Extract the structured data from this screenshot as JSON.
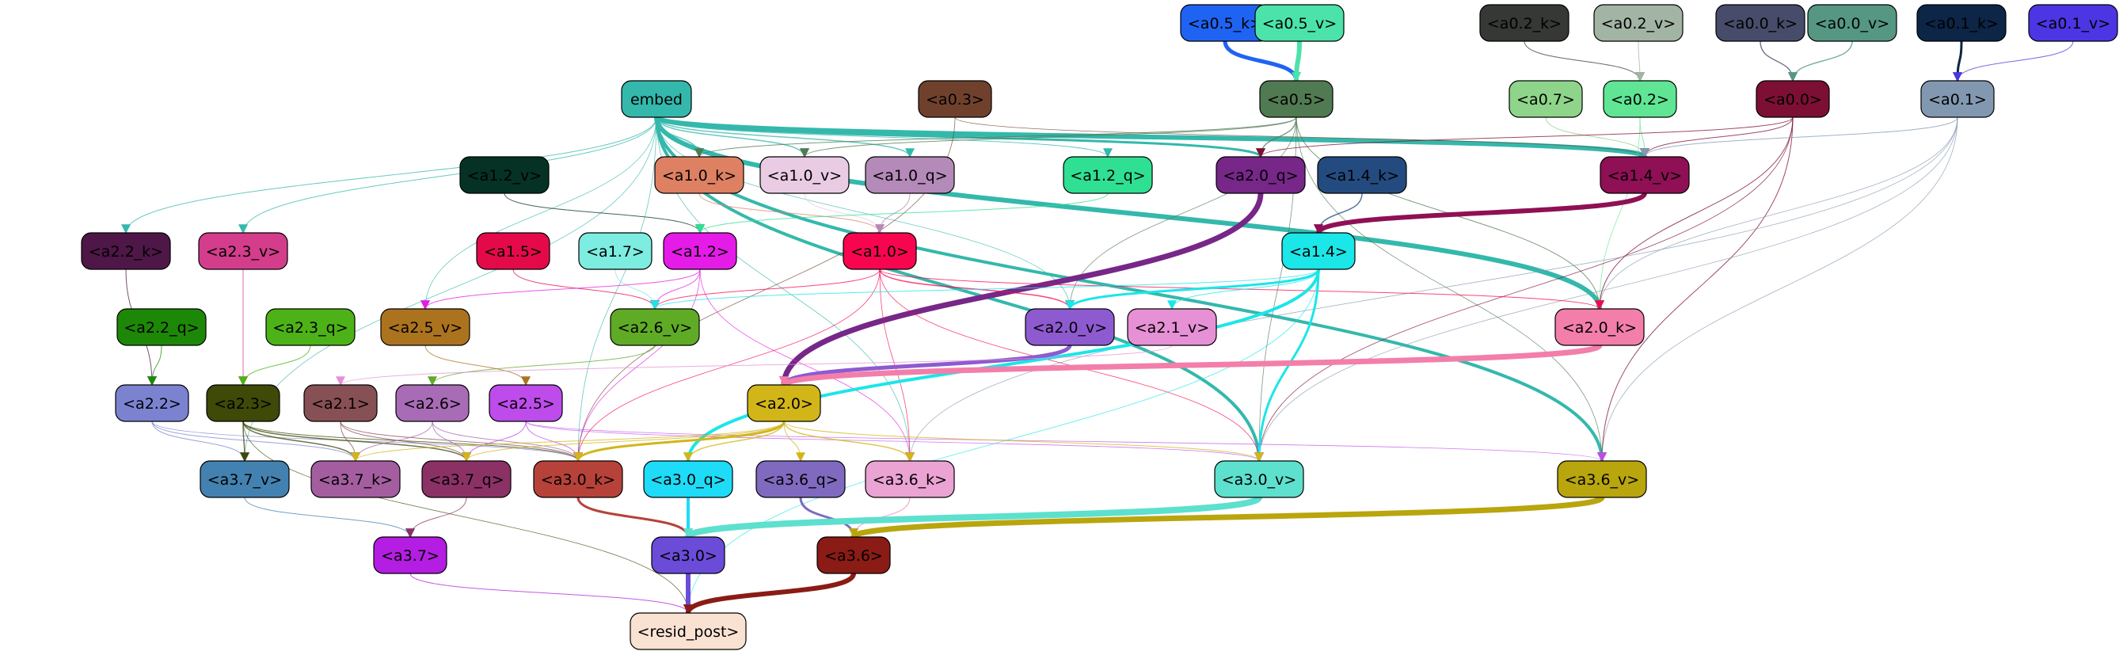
{
  "nodes": [
    {
      "id": "embed",
      "label": "embed",
      "color": "#34b8ac",
      "text": "#000"
    },
    {
      "id": "a0.5_k",
      "label": "<a0.5_k>",
      "color": "#1f63f2",
      "text": "#000"
    },
    {
      "id": "a0.5_v",
      "label": "<a0.5_v>",
      "color": "#4be3aa",
      "text": "#000"
    },
    {
      "id": "a0.2_k",
      "label": "<a0.2_k>",
      "color": "#353834",
      "text": "#000"
    },
    {
      "id": "a0.2_v",
      "label": "<a0.2_v>",
      "color": "#a2b4a4",
      "text": "#000"
    },
    {
      "id": "a0.0_k",
      "label": "<a0.0_k>",
      "color": "#464c69",
      "text": "#000"
    },
    {
      "id": "a0.0_v",
      "label": "<a0.0_v>",
      "color": "#559782",
      "text": "#000"
    },
    {
      "id": "a0.1_k",
      "label": "<a0.1_k>",
      "color": "#0d2546",
      "text": "#000"
    },
    {
      "id": "a0.1_v",
      "label": "<a0.1_v>",
      "color": "#4c35e3",
      "text": "#000"
    },
    {
      "id": "a0.3",
      "label": "<a0.3>",
      "color": "#6f412d",
      "text": "#000"
    },
    {
      "id": "a0.5",
      "label": "<a0.5>",
      "color": "#507a51",
      "text": "#000"
    },
    {
      "id": "a0.7",
      "label": "<a0.7>",
      "color": "#8ed48a",
      "text": "#000"
    },
    {
      "id": "a0.2",
      "label": "<a0.2>",
      "color": "#5fe594",
      "text": "#000"
    },
    {
      "id": "a0.0",
      "label": "<a0.0>",
      "color": "#7c0f33",
      "text": "#000"
    },
    {
      "id": "a0.1",
      "label": "<a0.1>",
      "color": "#8298b0",
      "text": "#000"
    },
    {
      "id": "a1.2_v",
      "label": "<a1.2_v>",
      "color": "#053224",
      "text": "#000"
    },
    {
      "id": "a1.0_k",
      "label": "<a1.0_k>",
      "color": "#de8163",
      "text": "#000"
    },
    {
      "id": "a1.0_v",
      "label": "<a1.0_v>",
      "color": "#e9cce4",
      "text": "#000"
    },
    {
      "id": "a1.0_q",
      "label": "<a1.0_q>",
      "color": "#b48ab9",
      "text": "#000"
    },
    {
      "id": "a1.2_q",
      "label": "<a1.2_q>",
      "color": "#2fe092",
      "text": "#000"
    },
    {
      "id": "a2.0_q",
      "label": "<a2.0_q>",
      "color": "#762788",
      "text": "#000"
    },
    {
      "id": "a1.4_k",
      "label": "<a1.4_k>",
      "color": "#244b7f",
      "text": "#000"
    },
    {
      "id": "a1.4_v",
      "label": "<a1.4_v>",
      "color": "#8f1054",
      "text": "#000"
    },
    {
      "id": "a2.2_k",
      "label": "<a2.2_k>",
      "color": "#4e1747",
      "text": "#000"
    },
    {
      "id": "a2.3_v",
      "label": "<a2.3_v>",
      "color": "#d33d8b",
      "text": "#000"
    },
    {
      "id": "a1.5",
      "label": "<a1.5>",
      "color": "#e40a4a",
      "text": "#000"
    },
    {
      "id": "a1.7",
      "label": "<a1.7>",
      "color": "#7cede0",
      "text": "#000"
    },
    {
      "id": "a1.2",
      "label": "<a1.2>",
      "color": "#e51be7",
      "text": "#000"
    },
    {
      "id": "a1.0",
      "label": "<a1.0>",
      "color": "#f8054f",
      "text": "#000"
    },
    {
      "id": "a1.4",
      "label": "<a1.4>",
      "color": "#1be6e8",
      "text": "#000"
    },
    {
      "id": "a2.2_q",
      "label": "<a2.2_q>",
      "color": "#1d8808",
      "text": "#000"
    },
    {
      "id": "a2.3_q",
      "label": "<a2.3_q>",
      "color": "#4db217",
      "text": "#000"
    },
    {
      "id": "a2.5_v",
      "label": "<a2.5_v>",
      "color": "#ac731f",
      "text": "#000"
    },
    {
      "id": "a2.6_v",
      "label": "<a2.6_v>",
      "color": "#60ab26",
      "text": "#000"
    },
    {
      "id": "a2.0_v",
      "label": "<a2.0_v>",
      "color": "#8e5ad0",
      "text": "#000"
    },
    {
      "id": "a2.1_v",
      "label": "<a2.1_v>",
      "color": "#e691d5",
      "text": "#000"
    },
    {
      "id": "a2.0_k",
      "label": "<a2.0_k>",
      "color": "#f37eaa",
      "text": "#000"
    },
    {
      "id": "a2.2",
      "label": "<a2.2>",
      "color": "#7b83d1",
      "text": "#000"
    },
    {
      "id": "a2.3",
      "label": "<a2.3>",
      "color": "#3f4908",
      "text": "#000"
    },
    {
      "id": "a2.1",
      "label": "<a2.1>",
      "color": "#875055",
      "text": "#000"
    },
    {
      "id": "a2.6",
      "label": "<a2.6>",
      "color": "#a86bb6",
      "text": "#000"
    },
    {
      "id": "a2.5",
      "label": "<a2.5>",
      "color": "#bd4cea",
      "text": "#000"
    },
    {
      "id": "a2.0",
      "label": "<a2.0>",
      "color": "#d2b519",
      "text": "#000"
    },
    {
      "id": "a3.7_v",
      "label": "<a3.7_v>",
      "color": "#4382b0",
      "text": "#000"
    },
    {
      "id": "a3.7_k",
      "label": "<a3.7_k>",
      "color": "#a45ea0",
      "text": "#000"
    },
    {
      "id": "a3.7_q",
      "label": "<a3.7_q>",
      "color": "#8b3166",
      "text": "#000"
    },
    {
      "id": "a3.0_k",
      "label": "<a3.0_k>",
      "color": "#b6423a",
      "text": "#000"
    },
    {
      "id": "a3.0_q",
      "label": "<a3.0_q>",
      "color": "#1edbf7",
      "text": "#000"
    },
    {
      "id": "a3.6_q",
      "label": "<a3.6_q>",
      "color": "#7f6ac0",
      "text": "#000"
    },
    {
      "id": "a3.6_k",
      "label": "<a3.6_k>",
      "color": "#eaa3d3",
      "text": "#000"
    },
    {
      "id": "a3.0_v",
      "label": "<a3.0_v>",
      "color": "#5ee0ce",
      "text": "#000"
    },
    {
      "id": "a3.6_v",
      "label": "<a3.6_v>",
      "color": "#b9a50d",
      "text": "#000"
    },
    {
      "id": "a3.7",
      "label": "<a3.7>",
      "color": "#b41de2",
      "text": "#000"
    },
    {
      "id": "a3.0",
      "label": "<a3.0>",
      "color": "#6a4cd9",
      "text": "#000"
    },
    {
      "id": "a3.6",
      "label": "<a3.6>",
      "color": "#8a1b15",
      "text": "#000"
    },
    {
      "id": "resid_post",
      "label": "<resid_post>",
      "color": "#fae2d3",
      "text": "#000"
    }
  ],
  "edges": [
    {
      "from": "a0.5_k",
      "to": "a0.5",
      "color": "#1f63f2",
      "weight": 5
    },
    {
      "from": "a0.5_v",
      "to": "a0.5",
      "color": "#4be3aa",
      "weight": 6
    },
    {
      "from": "a0.2_k",
      "to": "a0.2",
      "color": "#353834",
      "weight": 1
    },
    {
      "from": "a0.2_v",
      "to": "a0.2",
      "color": "#a2b4a4",
      "weight": 1
    },
    {
      "from": "a0.0_k",
      "to": "a0.0",
      "color": "#464c69",
      "weight": 1.5
    },
    {
      "from": "a0.0_v",
      "to": "a0.0",
      "color": "#559782",
      "weight": 1.5
    },
    {
      "from": "a0.1_k",
      "to": "a0.1",
      "color": "#0d2546",
      "weight": 3
    },
    {
      "from": "a0.1_v",
      "to": "a0.1",
      "color": "#4c35e3",
      "weight": 1
    },
    {
      "from": "embed",
      "to": "a1.4_v",
      "color": "#34b8ac",
      "weight": 6
    },
    {
      "from": "embed",
      "to": "a2.0_k",
      "color": "#34b8ac",
      "weight": 6
    },
    {
      "from": "embed",
      "to": "a3.6_v",
      "color": "#34b8ac",
      "weight": 4
    },
    {
      "from": "embed",
      "to": "a3.0_v",
      "color": "#34b8ac",
      "weight": 4
    },
    {
      "from": "embed",
      "to": "a2.0_q",
      "color": "#34b8ac",
      "weight": 3
    },
    {
      "from": "embed",
      "to": "a1.0_k",
      "color": "#34b8ac",
      "weight": 1.5
    },
    {
      "from": "embed",
      "to": "a1.0_v",
      "color": "#34b8ac",
      "weight": 1.5
    },
    {
      "from": "embed",
      "to": "a1.0_q",
      "color": "#34b8ac",
      "weight": 1.5
    },
    {
      "from": "embed",
      "to": "a1.2_q",
      "color": "#34b8ac",
      "weight": 1
    },
    {
      "from": "embed",
      "to": "a2.2_k",
      "color": "#34b8ac",
      "weight": 1
    },
    {
      "from": "embed",
      "to": "a2.3_v",
      "color": "#34b8ac",
      "weight": 1
    },
    {
      "from": "embed",
      "to": "a2.5_v",
      "color": "#34b8ac",
      "weight": 0.8
    },
    {
      "from": "embed",
      "to": "a2.0_v",
      "color": "#34b8ac",
      "weight": 0.8
    },
    {
      "from": "embed",
      "to": "a3.7_v",
      "color": "#34b8ac",
      "weight": 0.8
    },
    {
      "from": "embed",
      "to": "a3.6_k",
      "color": "#34b8ac",
      "weight": 0.8
    },
    {
      "from": "embed",
      "to": "a3.0_k",
      "color": "#34b8ac",
      "weight": 0.8
    },
    {
      "from": "a0.3",
      "to": "a1.4_v",
      "color": "#6f412d",
      "weight": 0.8
    },
    {
      "from": "a0.3",
      "to": "a3.0_k",
      "color": "#6f412d",
      "weight": 0.8
    },
    {
      "from": "a0.5",
      "to": "a2.0_q",
      "color": "#507a51",
      "weight": 1.5
    },
    {
      "from": "a0.5",
      "to": "a1.0_k",
      "color": "#507a51",
      "weight": 1
    },
    {
      "from": "a0.5",
      "to": "a1.0_v",
      "color": "#507a51",
      "weight": 1
    },
    {
      "from": "a0.5",
      "to": "a2.0_k",
      "color": "#507a51",
      "weight": 1
    },
    {
      "from": "a0.5",
      "to": "a3.6_v",
      "color": "#507a51",
      "weight": 0.8
    },
    {
      "from": "a0.5",
      "to": "a2.0_v",
      "color": "#507a51",
      "weight": 0.8
    },
    {
      "from": "a0.5",
      "to": "a3.0_v",
      "color": "#507a51",
      "weight": 0.8
    },
    {
      "from": "a0.7",
      "to": "a1.4_v",
      "color": "#8ed48a",
      "weight": 1
    },
    {
      "from": "a0.2",
      "to": "a1.4_v",
      "color": "#5fe594",
      "weight": 1
    },
    {
      "from": "a0.2",
      "to": "a2.0_k",
      "color": "#5fe594",
      "weight": 0.8
    },
    {
      "from": "a0.0",
      "to": "a1.4_v",
      "color": "#7c0f33",
      "weight": 1
    },
    {
      "from": "a0.0",
      "to": "a2.0_q",
      "color": "#7c0f33",
      "weight": 1
    },
    {
      "from": "a0.0",
      "to": "a2.0_k",
      "color": "#7c0f33",
      "weight": 1
    },
    {
      "from": "a0.0",
      "to": "a3.6_v",
      "color": "#7c0f33",
      "weight": 1
    },
    {
      "from": "a0.0",
      "to": "a3.0_v",
      "color": "#7c0f33",
      "weight": 0.8
    },
    {
      "from": "a0.1",
      "to": "a1.4_v",
      "color": "#8298b0",
      "weight": 1
    },
    {
      "from": "a0.1",
      "to": "a2.0_k",
      "color": "#8298b0",
      "weight": 0.8
    },
    {
      "from": "a0.1",
      "to": "a3.6_v",
      "color": "#8298b0",
      "weight": 0.8
    },
    {
      "from": "a0.1",
      "to": "a3.0_v",
      "color": "#8298b0",
      "weight": 0.8
    },
    {
      "from": "a0.1",
      "to": "a3.6_k",
      "color": "#8298b0",
      "weight": 0.8
    },
    {
      "from": "a1.2_v",
      "to": "a1.2",
      "color": "#053224",
      "weight": 1
    },
    {
      "from": "a1.0_k",
      "to": "a1.0",
      "color": "#de8163",
      "weight": 1
    },
    {
      "from": "a1.0_v",
      "to": "a1.0",
      "color": "#e9cce4",
      "weight": 1
    },
    {
      "from": "a1.0_q",
      "to": "a1.0",
      "color": "#b48ab9",
      "weight": 1
    },
    {
      "from": "a1.2_q",
      "to": "a1.2",
      "color": "#2fe092",
      "weight": 1
    },
    {
      "from": "a1.4_k",
      "to": "a1.4",
      "color": "#244b7f",
      "weight": 1.5
    },
    {
      "from": "a1.4_v",
      "to": "a1.4",
      "color": "#8f1054",
      "weight": 6
    },
    {
      "from": "a2.0_q",
      "to": "a2.0",
      "color": "#762788",
      "weight": 7
    },
    {
      "from": "a1.5",
      "to": "a2.6_v",
      "color": "#e40a4a",
      "weight": 1
    },
    {
      "from": "a1.7",
      "to": "a2.6_v",
      "color": "#7cede0",
      "weight": 1
    },
    {
      "from": "a1.2",
      "to": "a2.6_v",
      "color": "#e51be7",
      "weight": 1
    },
    {
      "from": "a1.2",
      "to": "a2.5_v",
      "color": "#e51be7",
      "weight": 1
    },
    {
      "from": "a1.2",
      "to": "a3.0_k",
      "color": "#e51be7",
      "weight": 0.8
    },
    {
      "from": "a1.2",
      "to": "a3.6_k",
      "color": "#e51be7",
      "weight": 0.8
    },
    {
      "from": "a1.0",
      "to": "a2.0_v",
      "color": "#f8054f",
      "weight": 1.5
    },
    {
      "from": "a1.0",
      "to": "a2.6_v",
      "color": "#f8054f",
      "weight": 1
    },
    {
      "from": "a1.0",
      "to": "a2.0_k",
      "color": "#f8054f",
      "weight": 1
    },
    {
      "from": "a1.0",
      "to": "a3.0_v",
      "color": "#f8054f",
      "weight": 0.8
    },
    {
      "from": "a1.0",
      "to": "a3.6_k",
      "color": "#f8054f",
      "weight": 0.8
    },
    {
      "from": "a1.0",
      "to": "a3.0_k",
      "color": "#f8054f",
      "weight": 0.8
    },
    {
      "from": "a1.4",
      "to": "a2.0_v",
      "color": "#1be6e8",
      "weight": 3
    },
    {
      "from": "a1.4",
      "to": "a2.1_v",
      "color": "#1be6e8",
      "weight": 1
    },
    {
      "from": "a1.4",
      "to": "a2.6_v",
      "color": "#1be6e8",
      "weight": 1
    },
    {
      "from": "a1.4",
      "to": "a3.0_q",
      "color": "#1be6e8",
      "weight": 4
    },
    {
      "from": "a1.4",
      "to": "a3.0_v",
      "color": "#1be6e8",
      "weight": 3
    },
    {
      "from": "a1.4",
      "to": "resid_post",
      "color": "#1be6e8",
      "weight": 0.8
    },
    {
      "from": "a2.2_k",
      "to": "a2.2",
      "color": "#4e1747",
      "weight": 1
    },
    {
      "from": "a2.3_v",
      "to": "a2.3",
      "color": "#d33d8b",
      "weight": 1
    },
    {
      "from": "a2.2_q",
      "to": "a2.2",
      "color": "#1d8808",
      "weight": 1
    },
    {
      "from": "a2.3_q",
      "to": "a2.3",
      "color": "#4db217",
      "weight": 1
    },
    {
      "from": "a2.5_v",
      "to": "a2.5",
      "color": "#ac731f",
      "weight": 1
    },
    {
      "from": "a2.6_v",
      "to": "a2.6",
      "color": "#60ab26",
      "weight": 1
    },
    {
      "from": "a2.0_v",
      "to": "a2.0",
      "color": "#8e5ad0",
      "weight": 5
    },
    {
      "from": "a2.1_v",
      "to": "a2.1",
      "color": "#e691d5",
      "weight": 1
    },
    {
      "from": "a2.0_k",
      "to": "a2.0",
      "color": "#f37eaa",
      "weight": 7
    },
    {
      "from": "a2.2",
      "to": "a3.7_v",
      "color": "#7b83d1",
      "weight": 1
    },
    {
      "from": "a2.2",
      "to": "a3.7_k",
      "color": "#7b83d1",
      "weight": 1
    },
    {
      "from": "a2.2",
      "to": "a3.0_k",
      "color": "#7b83d1",
      "weight": 0.8
    },
    {
      "from": "a2.3",
      "to": "a3.7_v",
      "color": "#3f4908",
      "weight": 1.5
    },
    {
      "from": "a2.3",
      "to": "a3.7_k",
      "color": "#3f4908",
      "weight": 1.5
    },
    {
      "from": "a2.3",
      "to": "a3.7_q",
      "color": "#3f4908",
      "weight": 1.5
    },
    {
      "from": "a2.3",
      "to": "a3.0_k",
      "color": "#3f4908",
      "weight": 1
    },
    {
      "from": "a2.3",
      "to": "resid_post",
      "color": "#3f4908",
      "weight": 0.8
    },
    {
      "from": "a2.1",
      "to": "a3.7_k",
      "color": "#875055",
      "weight": 1
    },
    {
      "from": "a2.1",
      "to": "a3.7_q",
      "color": "#875055",
      "weight": 1
    },
    {
      "from": "a2.1",
      "to": "a3.0_k",
      "color": "#875055",
      "weight": 1
    },
    {
      "from": "a2.6",
      "to": "a3.7_k",
      "color": "#a86bb6",
      "weight": 1
    },
    {
      "from": "a2.6",
      "to": "a3.7_q",
      "color": "#a86bb6",
      "weight": 1
    },
    {
      "from": "a2.6",
      "to": "a3.0_k",
      "color": "#a86bb6",
      "weight": 1
    },
    {
      "from": "a2.5",
      "to": "a3.7_q",
      "color": "#bd4cea",
      "weight": 1
    },
    {
      "from": "a2.5",
      "to": "a3.0_k",
      "color": "#bd4cea",
      "weight": 1
    },
    {
      "from": "a2.5",
      "to": "a3.6_v",
      "color": "#bd4cea",
      "weight": 0.8
    },
    {
      "from": "a2.5",
      "to": "a3.0_v",
      "color": "#bd4cea",
      "weight": 0.8
    },
    {
      "from": "a2.0",
      "to": "a3.0_k",
      "color": "#d2b519",
      "weight": 3
    },
    {
      "from": "a2.0",
      "to": "a3.0_q",
      "color": "#d2b519",
      "weight": 1.5
    },
    {
      "from": "a2.0",
      "to": "a3.6_q",
      "color": "#d2b519",
      "weight": 1
    },
    {
      "from": "a2.0",
      "to": "a3.6_k",
      "color": "#d2b519",
      "weight": 1.5
    },
    {
      "from": "a2.0",
      "to": "a3.7_q",
      "color": "#d2b519",
      "weight": 1
    },
    {
      "from": "a2.0",
      "to": "a3.7_k",
      "color": "#d2b519",
      "weight": 1
    },
    {
      "from": "a2.0",
      "to": "a3.0_v",
      "color": "#d2b519",
      "weight": 1
    },
    {
      "from": "a3.7_v",
      "to": "a3.7",
      "color": "#4382b0",
      "weight": 1
    },
    {
      "from": "a3.7_q",
      "to": "a3.7",
      "color": "#8b3166",
      "weight": 1
    },
    {
      "from": "a3.0_k",
      "to": "a3.0",
      "color": "#b6423a",
      "weight": 3
    },
    {
      "from": "a3.0_q",
      "to": "a3.0",
      "color": "#1edbf7",
      "weight": 4
    },
    {
      "from": "a3.6_q",
      "to": "a3.6",
      "color": "#7f6ac0",
      "weight": 3
    },
    {
      "from": "a3.6_k",
      "to": "a3.6",
      "color": "#eaa3d3",
      "weight": 1.5
    },
    {
      "from": "a3.0_v",
      "to": "a3.0",
      "color": "#5ee0ce",
      "weight": 8
    },
    {
      "from": "a3.6_v",
      "to": "a3.6",
      "color": "#b9a50d",
      "weight": 7
    },
    {
      "from": "a3.7",
      "to": "resid_post",
      "color": "#b41de2",
      "weight": 1
    },
    {
      "from": "a3.0",
      "to": "resid_post",
      "color": "#6a4cd9",
      "weight": 6
    },
    {
      "from": "a3.6",
      "to": "resid_post",
      "color": "#8a1b15",
      "weight": 6
    }
  ]
}
